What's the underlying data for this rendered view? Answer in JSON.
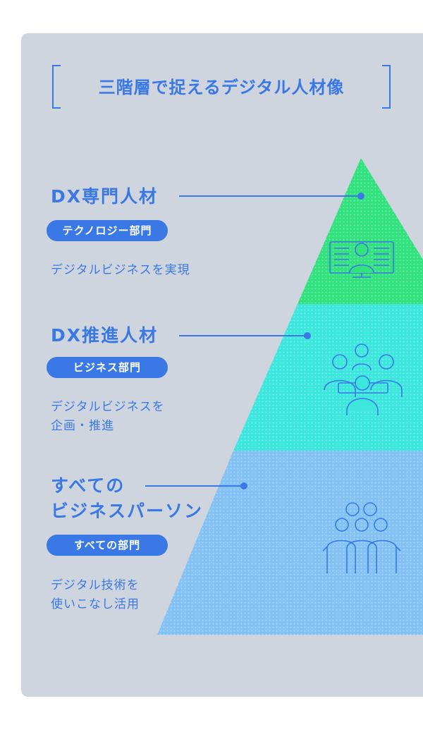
{
  "title": "三階層で捉えるデジタル人材像",
  "colors": {
    "accent": "#3a78e6",
    "card_bg": "#cfd5de",
    "tier_top": "#33e27f",
    "tier_middle": "#3de7de",
    "tier_bottom": "#85c2f4"
  },
  "tiers": [
    {
      "title_lines": [
        "DX専門人材"
      ],
      "badge": "テクノロジー部門",
      "description_lines": [
        "デジタルビジネスを実現"
      ],
      "icon": "computer-user-icon"
    },
    {
      "title_lines": [
        "DX推進人材"
      ],
      "badge": "ビジネス部門",
      "description_lines": [
        "デジタルビジネスを",
        "企画・推進"
      ],
      "icon": "meeting-group-icon"
    },
    {
      "title_lines": [
        "すべての",
        "ビジネスパーソン"
      ],
      "badge": "すべての部門",
      "description_lines": [
        "デジタル技術を",
        "使いこなし活用"
      ],
      "icon": "crowd-people-icon"
    }
  ]
}
